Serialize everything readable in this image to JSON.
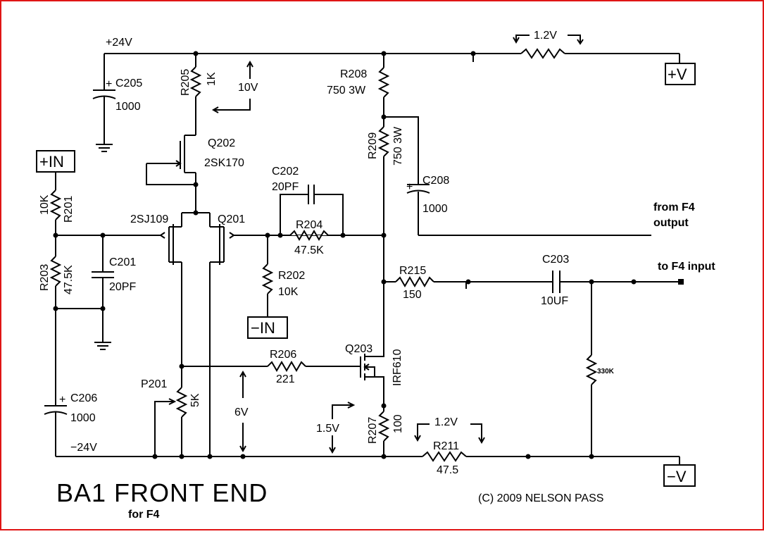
{
  "title": "BA1 FRONT END",
  "subtitle": "for F4",
  "copyright": "(C) 2009 NELSON PASS",
  "rails": {
    "pos_supply": "+24V",
    "neg_supply": "−24V"
  },
  "terminals": {
    "pos_in": "+IN",
    "neg_in": "−IN",
    "pos_v": "+V",
    "neg_v": "−V"
  },
  "notes": {
    "from_f4_output": [
      "from F4",
      "output"
    ],
    "to_f4_input": "to F4 input"
  },
  "voltages": {
    "v10": "10V",
    "v6": "6V",
    "v15": "1.5V",
    "v12_top": "1.2V",
    "v12_bottom": "1.2V"
  },
  "components": {
    "C205": {
      "ref": "C205",
      "value": "1000"
    },
    "R205": {
      "ref": "R205",
      "value": "1K"
    },
    "Q202": {
      "ref": "Q202",
      "part": "2SK170"
    },
    "R201": {
      "ref": "R201",
      "value": "10K"
    },
    "R203": {
      "ref": "R203",
      "value": "47.5K"
    },
    "C201": {
      "ref": "C201",
      "value": "20PF"
    },
    "Q201": {
      "ref": "Q201",
      "part": "2SJ109"
    },
    "C202": {
      "ref": "C202",
      "value": "20PF"
    },
    "R204": {
      "ref": "R204",
      "value": "47.5K"
    },
    "R202": {
      "ref": "R202",
      "value": "10K"
    },
    "R208": {
      "ref": "R208",
      "value": "750 3W"
    },
    "R209": {
      "ref": "R209",
      "value": "750 3W"
    },
    "C208": {
      "ref": "C208",
      "value": "1000"
    },
    "R215": {
      "ref": "R215",
      "value": "150"
    },
    "C203": {
      "ref": "C203",
      "value": "10UF"
    },
    "R206": {
      "ref": "R206",
      "value": "221"
    },
    "Q203": {
      "ref": "Q203",
      "part": "IRF610"
    },
    "P201": {
      "ref": "P201",
      "value": "5K"
    },
    "C206": {
      "ref": "C206",
      "value": "1000"
    },
    "R207": {
      "ref": "R207",
      "value": "100"
    },
    "R211": {
      "ref": "R211",
      "value": "47.5"
    },
    "R330": {
      "value": "330K"
    }
  }
}
